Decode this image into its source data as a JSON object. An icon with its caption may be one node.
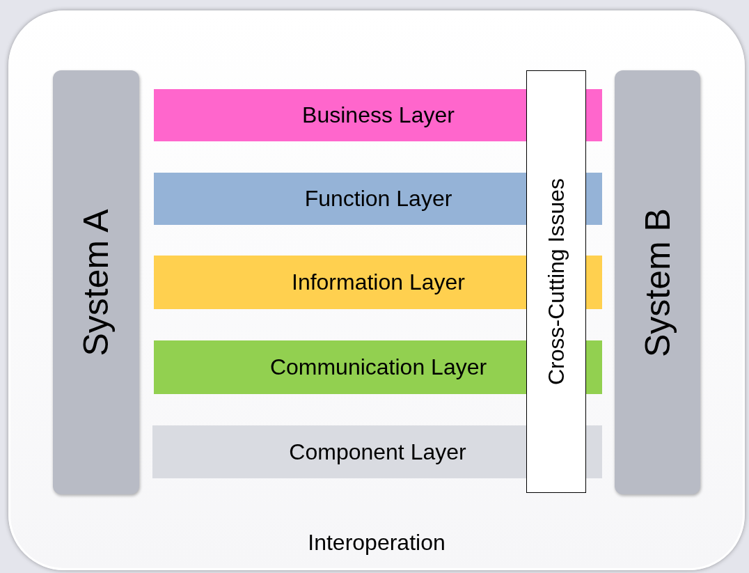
{
  "diagram": {
    "nodes": [
      {
        "text": [
          "Interoperation"
        ]
      },
      {
        "text": [
          "System A"
        ],
        "in": 0
      },
      {
        "text": [
          "Business Layer"
        ],
        "in": 0
      },
      {
        "text": [
          "Function Layer"
        ],
        "in": 0
      },
      {
        "text": [
          "Information Layer"
        ],
        "in": 0
      },
      {
        "text": [
          "Communication Layer"
        ],
        "in": 0
      },
      {
        "text": [
          "Component Layer"
        ],
        "in": 0
      },
      {
        "text": [
          "Cross-Cutting Issues"
        ],
        "in": 0
      },
      {
        "text": [
          "System B"
        ],
        "in": 0
      },
      {
        "text": [],
        "shape": "bar",
        "in": 0
      },
      {
        "text": [],
        "shape": "bar",
        "in": 0
      },
      {
        "text": [],
        "shape": "bar",
        "in": 0
      },
      {
        "text": [],
        "shape": "bar",
        "in": 0
      },
      {
        "text": [],
        "shape": "bar",
        "in": 0
      }
    ]
  }
}
